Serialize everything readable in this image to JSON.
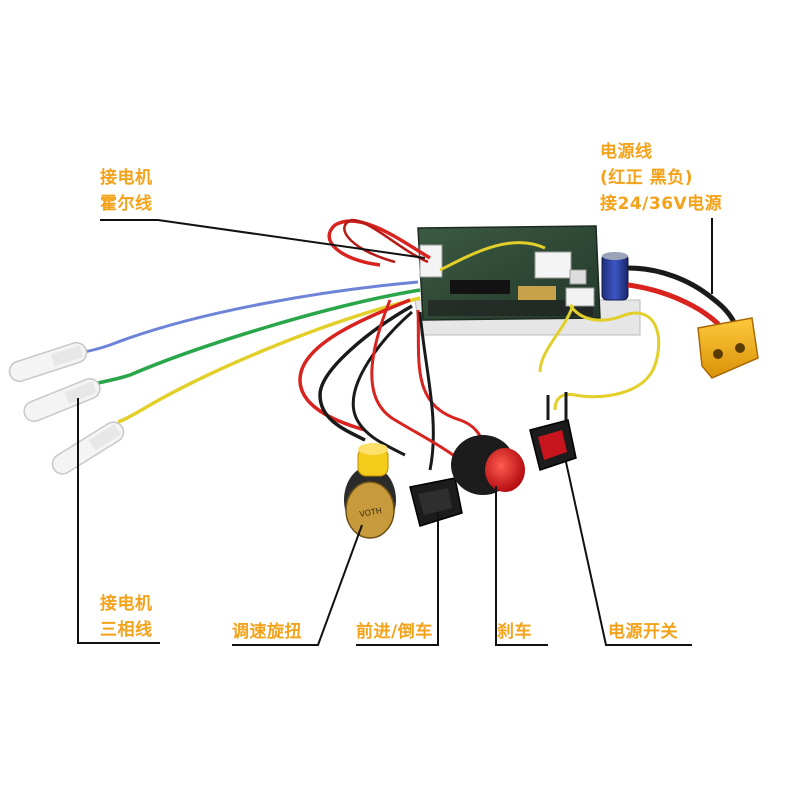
{
  "labels": {
    "hall": [
      "接电机",
      "霍尔线"
    ],
    "power_line": [
      "电源线",
      "(红正 黑负)",
      "接24/36V电源"
    ],
    "phase": [
      "接电机",
      "三相线"
    ],
    "speed_knob": "调速旋扭",
    "direction": "前进/倒车",
    "brake": "刹车",
    "power_switch": "电源开关"
  },
  "knob_marking": "VOTH",
  "colors": {
    "label": "#f4a21a",
    "leader_line": "#111111",
    "board_green": "#2f4a36",
    "wire_red": "#d8231f",
    "wire_black": "#1a1a1a",
    "wire_blue": "#6d83d8",
    "wire_green": "#2aa64a",
    "wire_yellow": "#e3cf2a",
    "connector_yellow": "#f0b21c",
    "knob_yellow": "#f3cc1c",
    "button_red": "#d4151a",
    "switch_red": "#c8141c"
  }
}
